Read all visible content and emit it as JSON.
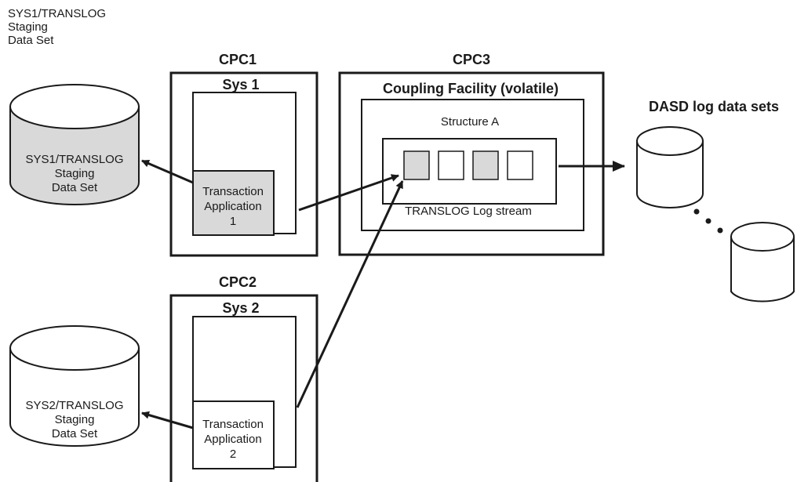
{
  "top_left_caption": [
    "SYS1/TRANSLOG",
    "Staging",
    "Data  Set"
  ],
  "cpc1": {
    "title": "CPC1",
    "system": "Sys  1",
    "app": [
      "Transaction",
      "Application",
      "1"
    ]
  },
  "cpc2": {
    "title": "CPC2",
    "system": "Sys  2",
    "app": [
      "Transaction",
      "Application",
      "2"
    ]
  },
  "cpc3": {
    "title": "CPC3",
    "facility": "Coupling Facility (volatile)",
    "structure": "Structure  A",
    "logstream": "TRANSLOG  Log  stream"
  },
  "staging1": [
    "SYS1/TRANSLOG",
    "Staging",
    "Data  Set"
  ],
  "staging2": [
    "SYS2/TRANSLOG",
    "Staging",
    "Data  Set"
  ],
  "dasd_title": "DASD  log  data  sets",
  "colors": {
    "shaded": "#d9d9d9",
    "line": "#1a1a1a",
    "background": "#ffffff"
  }
}
